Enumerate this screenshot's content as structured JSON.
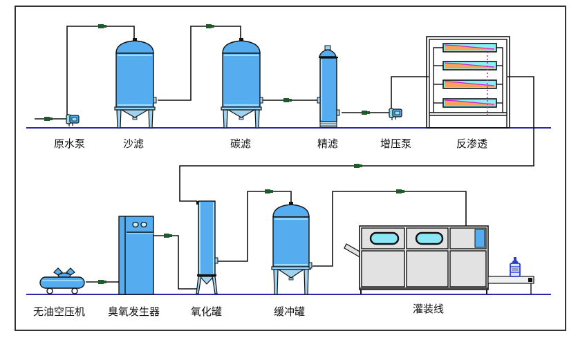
{
  "diagram": {
    "title": "",
    "colors": {
      "vessel": "#55acee",
      "vessel_highlight": "#bff2ff",
      "floor_line": "#2a2aa8",
      "pipe": "#111111",
      "valve": "#1f5b2a",
      "membrane_orange": "#f5a35a",
      "membrane_cyan": "#8deef5",
      "permeate_magenta": "#d020d0",
      "filler_panel": "#e2e2e2",
      "filler_window": "#8de6f5"
    },
    "top_row": {
      "equipment": [
        {
          "id": "raw-water-pump",
          "label": "原水泵",
          "type": "pump"
        },
        {
          "id": "sand-filter",
          "label": "沙滤",
          "type": "pressure-vessel"
        },
        {
          "id": "carbon-filter",
          "label": "碳滤",
          "type": "pressure-vessel"
        },
        {
          "id": "precision-filter",
          "label": "精滤",
          "type": "cartridge-filter"
        },
        {
          "id": "booster-pump",
          "label": "增压泵",
          "type": "pump"
        },
        {
          "id": "reverse-osmosis",
          "label": "反渗透",
          "type": "ro-rack",
          "membranes": 4
        }
      ]
    },
    "bottom_row": {
      "equipment": [
        {
          "id": "oil-free-compressor",
          "label": "无油空压机",
          "type": "air-compressor"
        },
        {
          "id": "ozone-generator",
          "label": "臭氧发生器",
          "type": "cabinet"
        },
        {
          "id": "oxidation-tank",
          "label": "氧化罐",
          "type": "column"
        },
        {
          "id": "buffer-tank",
          "label": "缓冲罐",
          "type": "pressure-vessel"
        },
        {
          "id": "filling-line",
          "label": "灌装线",
          "type": "filling-machine"
        }
      ]
    },
    "flow": [
      "原水泵 → 沙滤",
      "沙滤 → 碳滤",
      "碳滤 → 精滤",
      "精滤 → 增压泵",
      "增压泵 → 反渗透",
      "反渗透 → 氧化罐",
      "无油空压机 → 臭氧发生器",
      "臭氧发生器 → 氧化罐",
      "氧化罐 → 缓冲罐",
      "缓冲罐 → 灌装线"
    ]
  }
}
